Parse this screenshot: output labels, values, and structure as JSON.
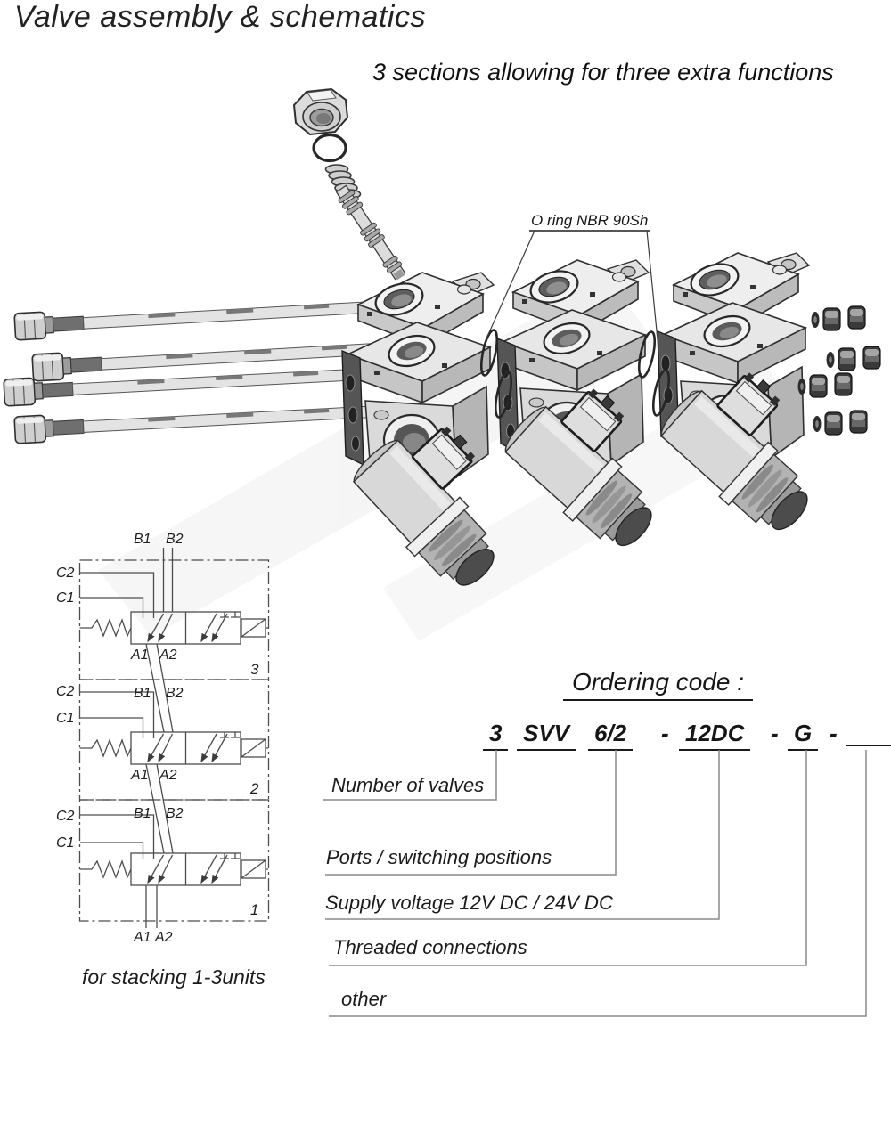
{
  "header": {
    "title": "Valve assembly & schematics",
    "subtitle": "3 sections allowing for three extra functions"
  },
  "assembly": {
    "oring_label": "O ring NBR 90Sh"
  },
  "schematic": {
    "caption": "for stacking 1-3units",
    "sections": [
      {
        "number": "3",
        "b1": "B1",
        "b2": "B2",
        "c2": "C2",
        "c1": "C1",
        "a1": "A1",
        "a2": "A2"
      },
      {
        "number": "2",
        "b1": "B1",
        "b2": "B2",
        "c2": "C2",
        "c1": "C1",
        "a1": "A1",
        "a2": "A2"
      },
      {
        "number": "1",
        "b1": "B1",
        "b2": "B2",
        "c2": "C2",
        "c1": "C1",
        "a1": "A1",
        "a2": "A2"
      }
    ]
  },
  "ordering": {
    "heading": "Ordering code :",
    "code": [
      {
        "text": "3"
      },
      {
        "text": "SVV"
      },
      {
        "text": "6/2"
      },
      {
        "text": "-"
      },
      {
        "text": "12DC"
      },
      {
        "text": "-"
      },
      {
        "text": "G"
      },
      {
        "text": "-"
      },
      {
        "text": ""
      }
    ],
    "labels": {
      "valves": "Number of valves",
      "ports": "Ports / switching positions",
      "voltage": "Supply voltage 12V DC / 24V DC",
      "threads": "Threaded connections",
      "other": "other"
    }
  }
}
